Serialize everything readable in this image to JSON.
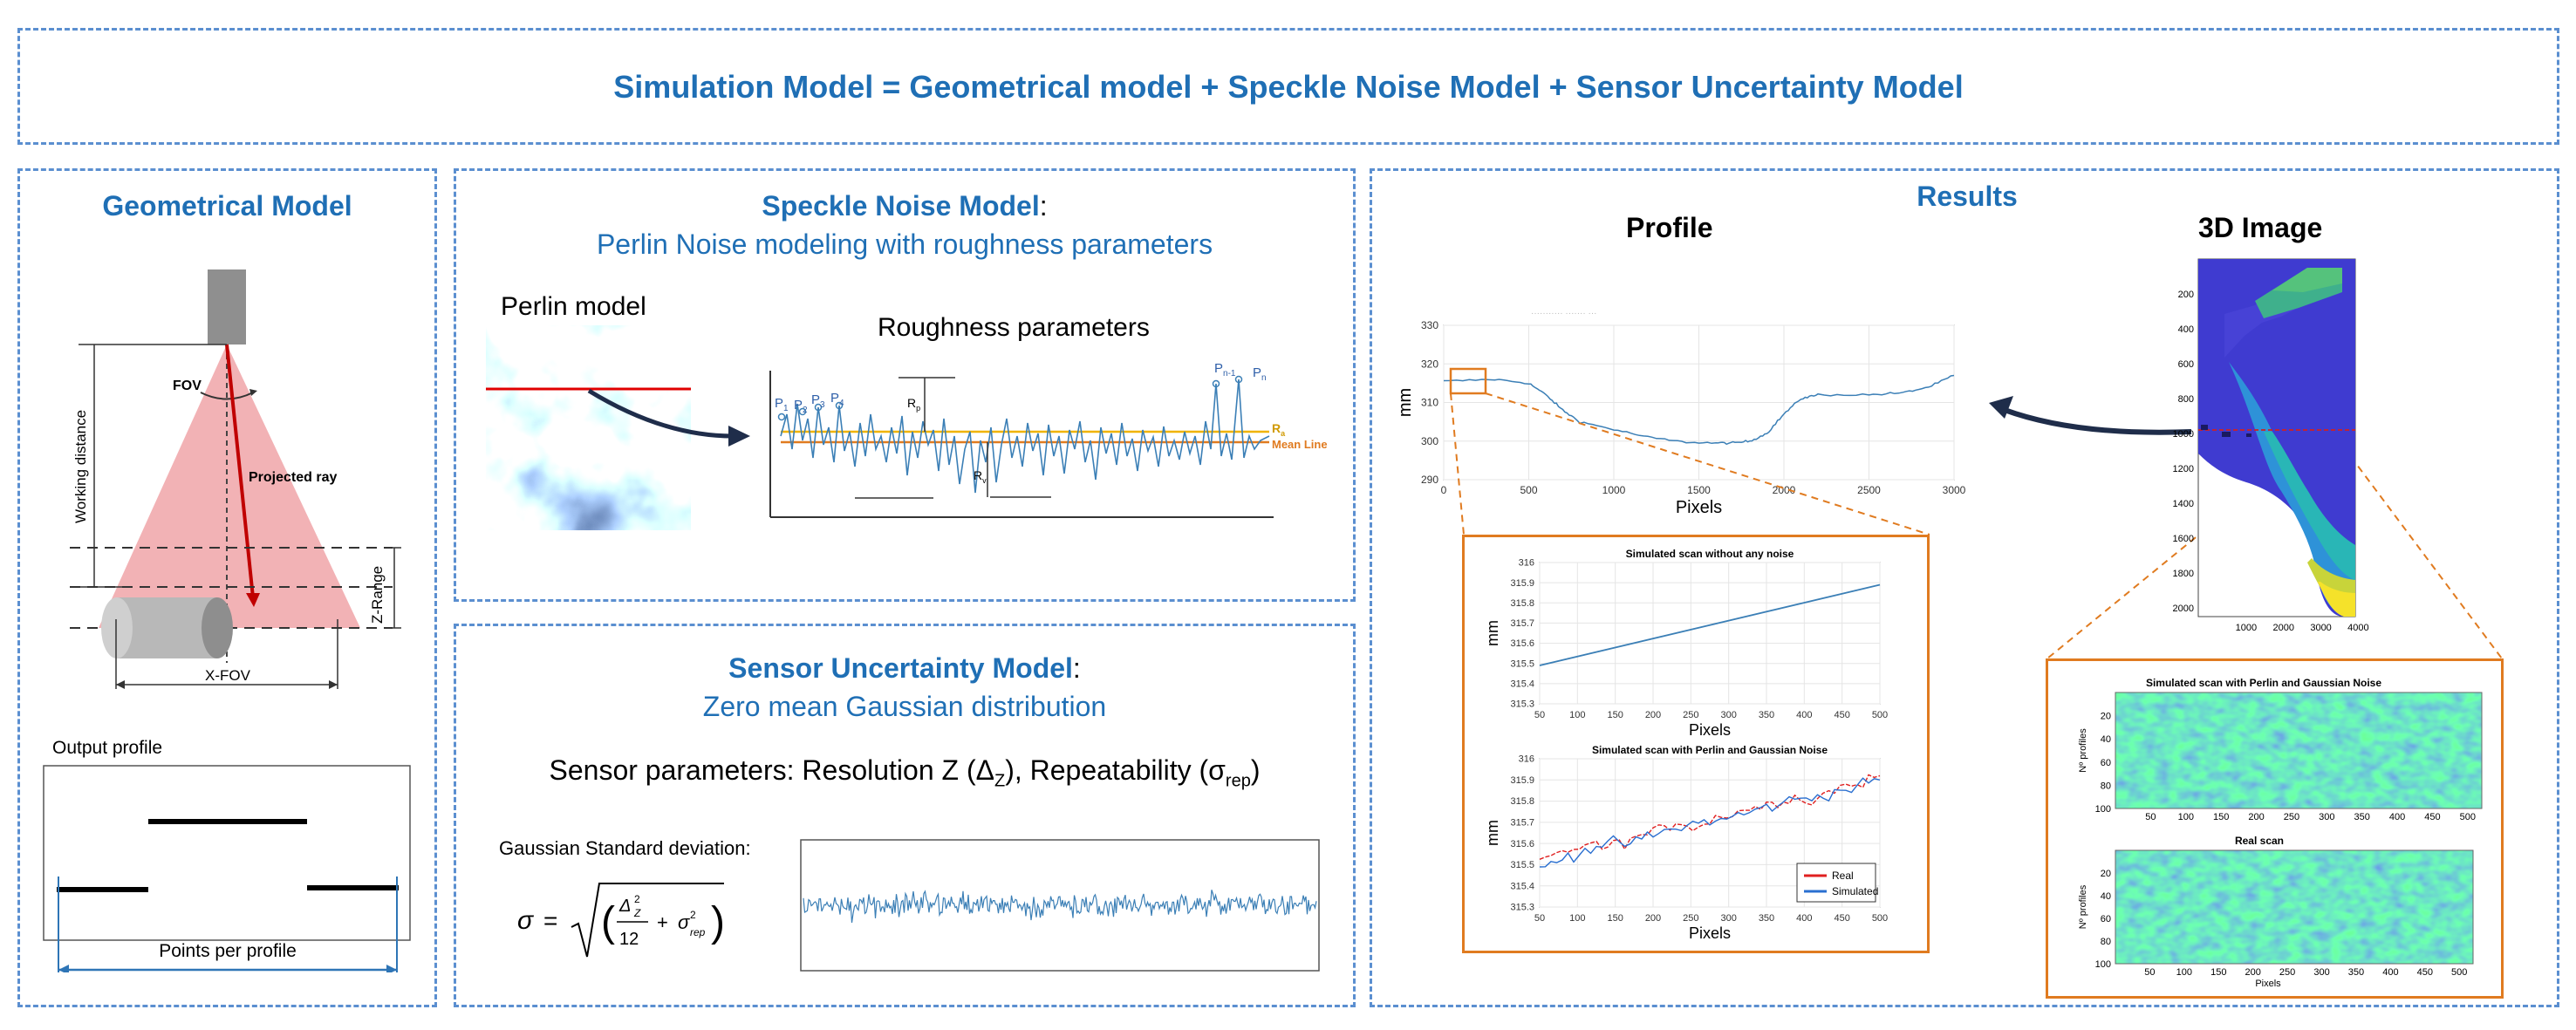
{
  "banner": {
    "title": "Simulation Model = Geometrical model + Speckle Noise Model + Sensor Uncertainty Model"
  },
  "geometrical": {
    "title": "Geometrical Model",
    "fov": "FOV",
    "projected_ray": "Projected ray",
    "working_distance": "Working distance",
    "z_range": "Z-Range",
    "x_fov": "X-FOV",
    "output_profile": "Output profile",
    "points_per_profile": "Points per profile"
  },
  "speckle": {
    "title": "Speckle Noise Model",
    "title_suffix": ":",
    "subtitle": "Perlin Noise modeling with roughness parameters",
    "perlin_label": "Perlin model",
    "roughness_label": "Roughness parameters",
    "labels": {
      "p1": "P",
      "sub1": "1",
      "p2": "P",
      "sub2": "2",
      "p3": "P",
      "sub3": "3",
      "p4": "P",
      "sub4": "4",
      "pn1": "P",
      "subn1": "n-1",
      "pn": "P",
      "subn": "n",
      "rp": "R",
      "subp": "p",
      "ra": "R",
      "suba": "a",
      "rv": "R",
      "subv": "v",
      "mean_line": "Mean Line"
    }
  },
  "sensor": {
    "title": "Sensor Uncertainty Model",
    "title_suffix": ":",
    "subtitle": "Zero mean Gaussian distribution",
    "params_prefix": "Sensor parameters: Resolution Z (Δ",
    "params_sub_z": "Z",
    "params_middle": "), Repeatability (σ",
    "params_sub_rep": "rep",
    "params_suffix": ")",
    "gaussian_label": "Gaussian Standard deviation:"
  },
  "results": {
    "title": "Results",
    "profile_title": "Profile",
    "image_title": "3D Image"
  },
  "chart_data": [
    {
      "type": "line",
      "id": "profile",
      "xlabel": "Pixels",
      "ylabel": "mm",
      "xlim": [
        0,
        3000
      ],
      "ylim": [
        290,
        330
      ],
      "xticks": [
        0,
        500,
        1000,
        1500,
        2000,
        2500,
        3000
      ],
      "yticks": [
        290,
        300,
        310,
        320,
        330
      ],
      "series": [
        {
          "x": [
            0,
            300,
            500,
            600,
            700,
            800,
            1000,
            1200,
            1400,
            1600,
            1700,
            1800,
            1900,
            2000,
            2100,
            2200,
            2500,
            2700,
            2850,
            3000
          ],
          "y": [
            315.5,
            316,
            315,
            312,
            308,
            305,
            303,
            301,
            299.8,
            299.5,
            299.5,
            300,
            302,
            307,
            311,
            312,
            312,
            312.5,
            314,
            317
          ]
        }
      ],
      "color": "#3b7fb6"
    },
    {
      "type": "line",
      "id": "sim-no-noise",
      "title": "Simulated scan without any noise",
      "xlabel": "Pixels",
      "ylabel": "mm",
      "xlim": [
        50,
        500
      ],
      "ylim": [
        315.3,
        316
      ],
      "xticks": [
        50,
        100,
        150,
        200,
        250,
        300,
        350,
        400,
        450,
        500
      ],
      "yticks": [
        315.3,
        315.4,
        315.5,
        315.6,
        315.7,
        315.8,
        315.9,
        316
      ],
      "series": [
        {
          "x": [
            50,
            500
          ],
          "y": [
            315.49,
            315.89
          ]
        }
      ],
      "color": "#3b7fb6"
    },
    {
      "type": "line",
      "id": "sim-perlin-gaussian",
      "title": "Simulated scan with Perlin and Gaussian Noise",
      "xlabel": "Pixels",
      "ylabel": "mm",
      "xlim": [
        50,
        500
      ],
      "ylim": [
        315.3,
        316
      ],
      "xticks": [
        50,
        100,
        150,
        200,
        250,
        300,
        350,
        400,
        450,
        500
      ],
      "yticks": [
        315.3,
        315.4,
        315.5,
        315.6,
        315.7,
        315.8,
        315.9,
        316
      ],
      "series": [
        {
          "name": "Real",
          "color": "#e02020",
          "x": [
            50,
            80,
            110,
            140,
            170,
            200,
            230,
            260,
            290,
            320,
            350,
            380,
            410,
            440,
            470,
            500
          ],
          "y": [
            315.52,
            315.55,
            315.6,
            315.58,
            315.62,
            315.65,
            315.7,
            315.68,
            315.73,
            315.76,
            315.78,
            315.82,
            315.8,
            315.86,
            315.88,
            315.92
          ]
        },
        {
          "name": "Simulated",
          "color": "#2a6fd0",
          "x": [
            50,
            80,
            110,
            140,
            170,
            200,
            230,
            260,
            290,
            320,
            350,
            380,
            410,
            440,
            470,
            500
          ],
          "y": [
            315.48,
            315.53,
            315.57,
            315.6,
            315.6,
            315.64,
            315.67,
            315.7,
            315.71,
            315.74,
            315.77,
            315.8,
            315.82,
            315.84,
            315.87,
            315.9
          ]
        }
      ]
    },
    {
      "type": "heatmap",
      "id": "heatmap-sim",
      "title": "Simulated scan with Perlin and Gaussian Noise",
      "xlabel": "",
      "ylabel": "Nº profiles",
      "xticks": [
        50,
        100,
        150,
        200,
        250,
        300,
        350,
        400,
        450,
        500
      ],
      "yticks": [
        20,
        40,
        60,
        80,
        100
      ]
    },
    {
      "type": "heatmap",
      "id": "heatmap-real",
      "title": "Real scan",
      "xlabel": "Pixels",
      "ylabel": "Nº profiles",
      "xticks": [
        50,
        100,
        150,
        200,
        250,
        300,
        350,
        400,
        450,
        500
      ],
      "yticks": [
        20,
        40,
        60,
        80,
        100
      ]
    },
    {
      "type": "heatmap",
      "id": "image-3d",
      "xticks": [
        1000,
        2000,
        3000,
        4000
      ],
      "yticks": [
        200,
        400,
        600,
        800,
        1000,
        1200,
        1400,
        1600,
        1800,
        2000
      ]
    }
  ]
}
